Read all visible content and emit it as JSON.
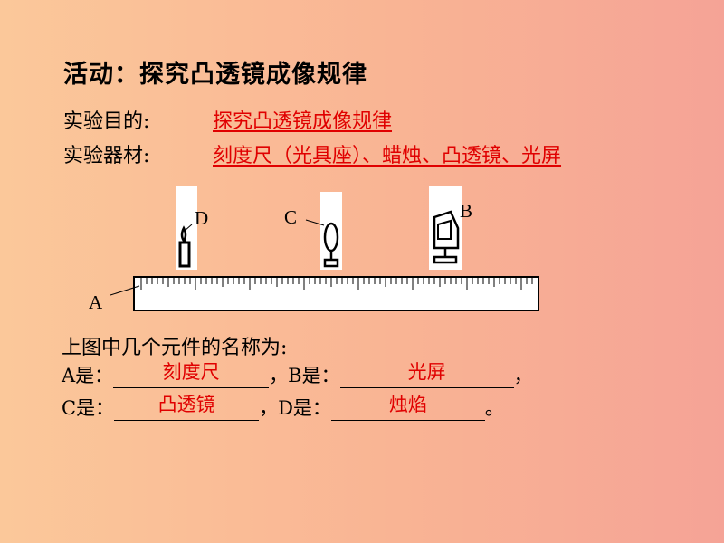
{
  "slide": {
    "title": "活动：探究凸透镜成像规律",
    "purpose": {
      "label": "实验目的:",
      "answer": "探究凸透镜成像规律"
    },
    "equipment": {
      "label": "实验器材:",
      "answer": "刻度尺（光具座）、蜡烛、凸透镜、光屏"
    }
  },
  "diagram": {
    "labels": {
      "a": "A",
      "b": "B",
      "c": "C",
      "d": "D"
    }
  },
  "question": {
    "prompt": "上图中几个元件的名称为:",
    "a_label": "A是：",
    "a_answer": "刻度尺",
    "b_label": "，B是：",
    "b_answer": "光屏",
    "b_end": "，",
    "c_label": "C是：",
    "c_answer": "凸透镜",
    "d_label": "，D是：",
    "d_answer": "烛焰",
    "d_end": "。"
  },
  "colors": {
    "answer": "#e00000",
    "background_left": "#fbc89a",
    "background_right": "#f5a396"
  }
}
